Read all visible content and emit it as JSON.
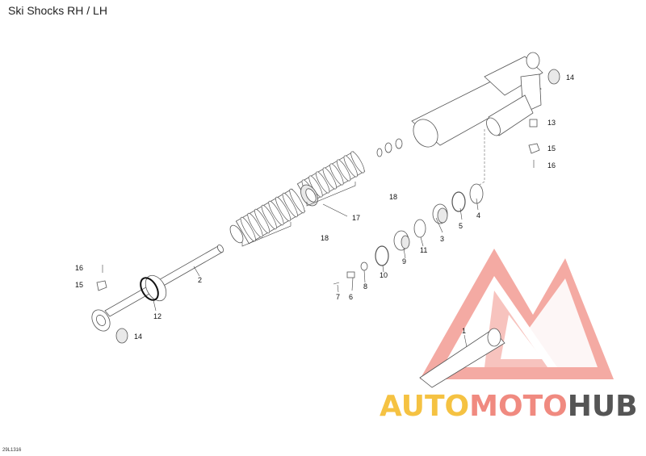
{
  "title": "Ski Shocks RH / LH",
  "drawing_code": "29L1316",
  "callouts": [
    {
      "id": "c1",
      "label": "1"
    },
    {
      "id": "c2",
      "label": "2"
    },
    {
      "id": "c3",
      "label": "3"
    },
    {
      "id": "c4",
      "label": "4"
    },
    {
      "id": "c5",
      "label": "5"
    },
    {
      "id": "c6",
      "label": "6"
    },
    {
      "id": "c7",
      "label": "7"
    },
    {
      "id": "c8",
      "label": "8"
    },
    {
      "id": "c9",
      "label": "9"
    },
    {
      "id": "c10",
      "label": "10"
    },
    {
      "id": "c11",
      "label": "11"
    },
    {
      "id": "c12",
      "label": "12"
    },
    {
      "id": "c13",
      "label": "13"
    },
    {
      "id": "c14a",
      "label": "14"
    },
    {
      "id": "c14b",
      "label": "14"
    },
    {
      "id": "c15a",
      "label": "15"
    },
    {
      "id": "c15b",
      "label": "15"
    },
    {
      "id": "c16a",
      "label": "16"
    },
    {
      "id": "c16b",
      "label": "16"
    },
    {
      "id": "c17",
      "label": "17"
    },
    {
      "id": "c18a",
      "label": "18"
    },
    {
      "id": "c18b",
      "label": "18"
    }
  ],
  "watermark": {
    "word_auto": "AUTO",
    "word_moto": "MOTO",
    "word_hub": "HUB",
    "color_auto": "#f5c242",
    "color_moto": "#f08a80",
    "color_hub": "#555555",
    "triangle_color": "#f08a80"
  }
}
